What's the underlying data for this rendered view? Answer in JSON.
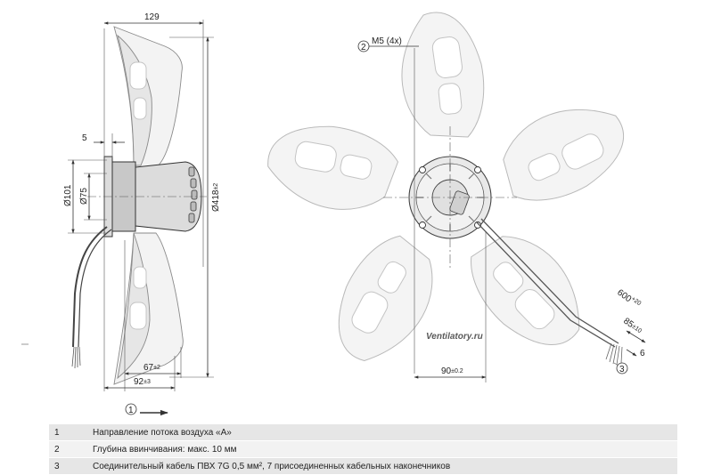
{
  "dimensions": {
    "width_129": "129",
    "offset_5": "5",
    "dia_101": "Ø101",
    "dia_75": "Ø75",
    "dia_418": "Ø418",
    "dia_418_tol": "±2",
    "depth_67": "67",
    "depth_67_tol": "±2",
    "depth_92": "92",
    "depth_92_tol": "±3",
    "thread": "M5 (4x)",
    "cable_600": "600",
    "cable_600_tol": "+20",
    "strip_85": "85",
    "strip_85_tol": "±10",
    "strip_6": "6",
    "bolt_90": "90",
    "bolt_90_tol": "±0.2"
  },
  "callouts": {
    "c1": "1",
    "c2": "2",
    "c3": "3"
  },
  "watermark": "Ventilatory.ru",
  "legend": [
    {
      "num": "1",
      "text": "Направление потока воздуха «A»"
    },
    {
      "num": "2",
      "text": "Глубина ввинчивания: макс. 10 мм"
    },
    {
      "num": "3",
      "text": "Соединительный кабель ПВХ 7G 0,5 мм², 7 присоединенных кабельных наконечников"
    }
  ]
}
